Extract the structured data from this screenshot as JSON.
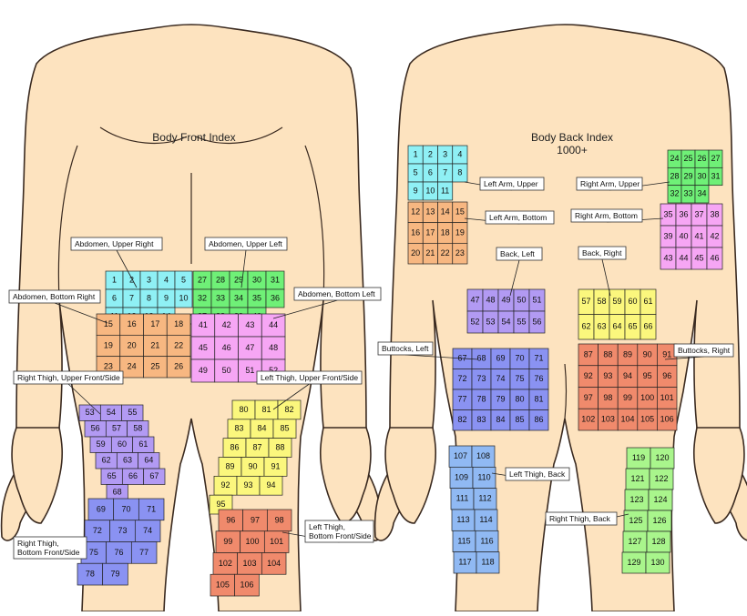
{
  "titles": {
    "front": "Body Front Index",
    "back": "Body Back Index",
    "back_sub": "1000+"
  },
  "colors": {
    "skin": "#fde3bf",
    "cyan": "#8ff0f5",
    "green": "#6ff077",
    "orange": "#f7b781",
    "pink": "#f6a6f4",
    "yellow": "#fbf77d",
    "purple": "#b29af3",
    "blue": "#8a92f2",
    "red": "#f08a6c",
    "lightgreen": "#a9f58c",
    "skyblue": "#90b9f3"
  },
  "regions": [
    {
      "name": "Abdomen, Upper Right",
      "color": "cyan",
      "numbers": [
        "1",
        "2",
        "3",
        "4",
        "5",
        "6",
        "7",
        "8",
        "9",
        "10",
        "11",
        "12",
        "13",
        "14"
      ]
    },
    {
      "name": "Abdomen, Upper Left",
      "color": "green",
      "numbers": [
        "27",
        "28",
        "29",
        "30",
        "31",
        "32",
        "33",
        "34",
        "35",
        "36",
        "37",
        "38",
        "39",
        "40"
      ]
    },
    {
      "name": "Abdomen, Bottom Right",
      "color": "orange",
      "numbers": [
        "15",
        "16",
        "17",
        "18",
        "19",
        "20",
        "21",
        "22",
        "23",
        "24",
        "25",
        "26"
      ]
    },
    {
      "name": "Abdomen, Bottom Left",
      "color": "pink",
      "numbers": [
        "41",
        "42",
        "43",
        "44",
        "45",
        "46",
        "47",
        "48",
        "49",
        "50",
        "51",
        "52"
      ]
    },
    {
      "name": "Right Thigh, Upper Front/Side",
      "color": "purple",
      "numbers": [
        "53",
        "54",
        "55",
        "56",
        "57",
        "58",
        "59",
        "60",
        "61",
        "62",
        "63",
        "64",
        "65",
        "66",
        "67",
        "68"
      ]
    },
    {
      "name": "Right Thigh, Bottom Front/Side",
      "color": "blue",
      "numbers": [
        "69",
        "70",
        "71",
        "72",
        "73",
        "74",
        "75",
        "76",
        "77",
        "78",
        "79"
      ]
    },
    {
      "name": "Left Thigh, Upper Front/Side",
      "color": "yellow",
      "numbers": [
        "80",
        "81",
        "82",
        "83",
        "84",
        "85",
        "86",
        "87",
        "88",
        "89",
        "90",
        "91",
        "92",
        "93",
        "94",
        "95"
      ]
    },
    {
      "name": "Left Thigh, Bottom Front/Side",
      "color": "red",
      "numbers": [
        "96",
        "97",
        "98",
        "99",
        "100",
        "101",
        "102",
        "103",
        "104",
        "105",
        "106"
      ]
    },
    {
      "name": "Left Arm, Upper",
      "color": "cyan",
      "numbers": [
        "1",
        "2",
        "3",
        "4",
        "5",
        "6",
        "7",
        "8",
        "9",
        "10",
        "11"
      ]
    },
    {
      "name": "Left Arm, Bottom",
      "color": "orange",
      "numbers": [
        "12",
        "13",
        "14",
        "15",
        "16",
        "17",
        "18",
        "19",
        "20",
        "21",
        "22",
        "23"
      ]
    },
    {
      "name": "Right Arm, Upper",
      "color": "green",
      "numbers": [
        "24",
        "25",
        "26",
        "27",
        "28",
        "29",
        "30",
        "31",
        "32",
        "33",
        "34"
      ]
    },
    {
      "name": "Right Arm, Bottom",
      "color": "pink",
      "numbers": [
        "35",
        "36",
        "37",
        "38",
        "39",
        "40",
        "41",
        "42",
        "43",
        "44",
        "45",
        "46"
      ]
    },
    {
      "name": "Back, Left",
      "color": "purple",
      "numbers": [
        "47",
        "48",
        "49",
        "50",
        "51",
        "52",
        "53",
        "54",
        "55",
        "56"
      ]
    },
    {
      "name": "Back, Right",
      "color": "yellow",
      "numbers": [
        "57",
        "58",
        "59",
        "60",
        "61",
        "62",
        "63",
        "64",
        "65",
        "66"
      ]
    },
    {
      "name": "Buttocks, Left",
      "color": "blue",
      "numbers": [
        "67",
        "68",
        "69",
        "70",
        "71",
        "72",
        "73",
        "74",
        "75",
        "76",
        "77",
        "78",
        "79",
        "80",
        "81",
        "82",
        "83",
        "84",
        "85",
        "86"
      ]
    },
    {
      "name": "Buttocks, Right",
      "color": "red",
      "numbers": [
        "87",
        "88",
        "89",
        "90",
        "91",
        "92",
        "93",
        "94",
        "95",
        "96",
        "97",
        "98",
        "99",
        "100",
        "101",
        "102",
        "103",
        "104",
        "105",
        "106"
      ]
    },
    {
      "name": "Left Thigh, Back",
      "color": "skyblue",
      "numbers": [
        "107",
        "108",
        "109",
        "110",
        "111",
        "112",
        "113",
        "114",
        "115",
        "116",
        "117",
        "118"
      ]
    },
    {
      "name": "Right Thigh, Back",
      "color": "lightgreen",
      "numbers": [
        "119",
        "120",
        "121",
        "122",
        "123",
        "124",
        "125",
        "126",
        "127",
        "128",
        "129",
        "130"
      ]
    }
  ]
}
